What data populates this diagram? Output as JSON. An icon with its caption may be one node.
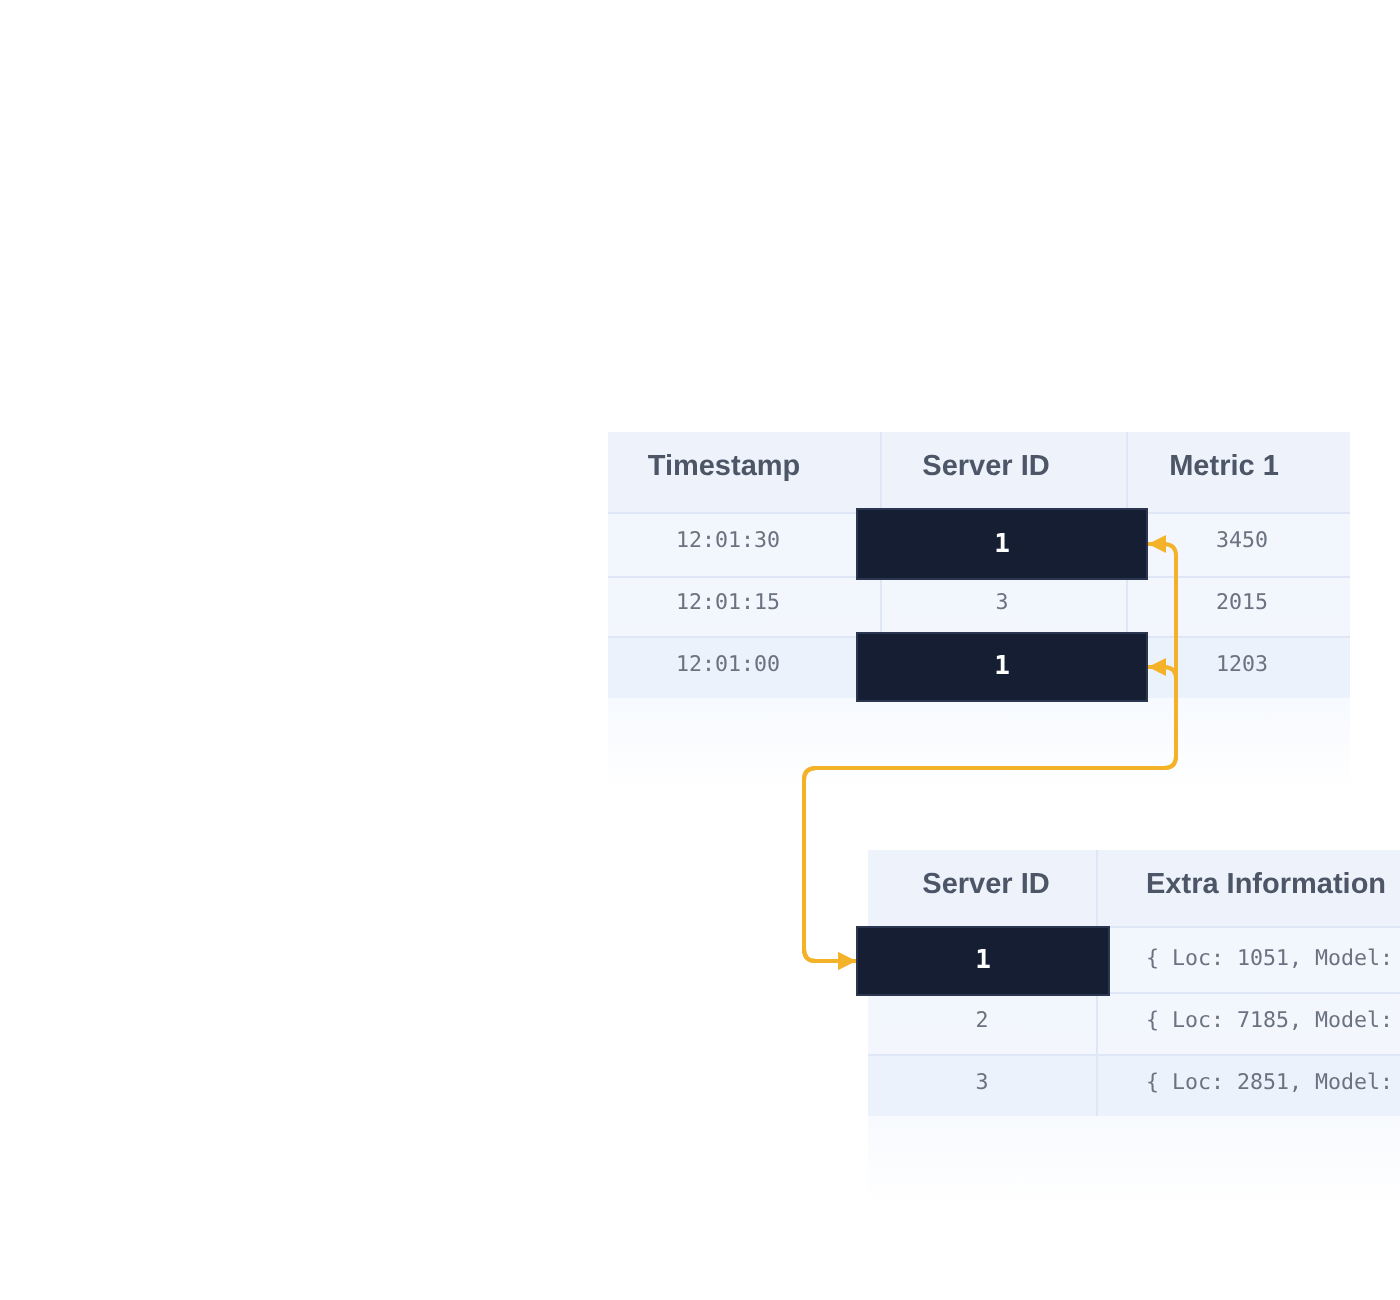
{
  "diagram": {
    "nodes": [
      {
        "text": [
          "1"
        ]
      },
      {
        "text": [
          "1"
        ]
      },
      {
        "text": [
          "1"
        ]
      }
    ],
    "edges": [
      {
        "from": 2,
        "to": 0,
        "arrow": "both"
      },
      {
        "from": 2,
        "to": 1,
        "arrow": "both"
      }
    ],
    "labels": [
      "Timestamp",
      "Server ID",
      "Metric 1",
      "12:01:30",
      "3450",
      "12:01:15",
      "3",
      "2015",
      "12:01:00",
      "1203",
      "Server ID",
      "Extra Information",
      "{ Loc: 1051, Model:",
      "2",
      "{ Loc: 7185, Model:",
      "3",
      "{ Loc: 2851, Model:"
    ]
  }
}
